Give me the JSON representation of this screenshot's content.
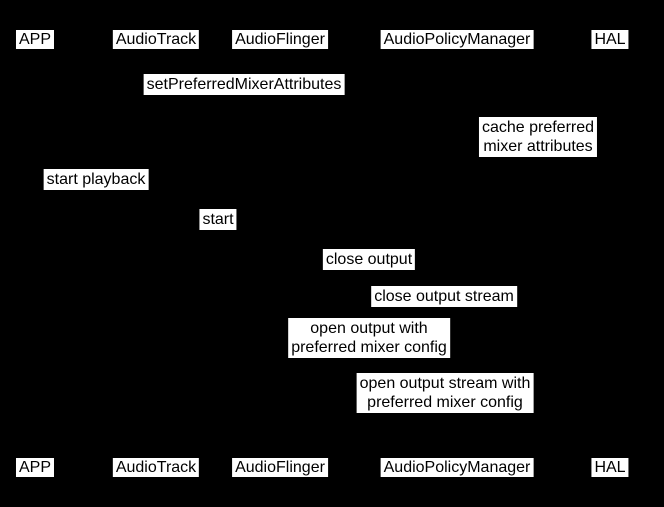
{
  "diagram": {
    "type": "sequence-diagram",
    "colors": {
      "background": "#000000",
      "label_background": "#ffffff",
      "label_text": "#000000"
    },
    "participants": [
      {
        "label": "APP"
      },
      {
        "label": "AudioTrack"
      },
      {
        "label": "AudioFlinger"
      },
      {
        "label": "AudioPolicyManager"
      },
      {
        "label": "HAL"
      }
    ],
    "messages": [
      {
        "label": "setPreferredMixerAttributes"
      },
      {
        "label": "cache preferred\nmixer attributes"
      },
      {
        "label": "start playback"
      },
      {
        "label": "start"
      },
      {
        "label": "close output"
      },
      {
        "label": "close output stream"
      },
      {
        "label": "open output with\npreferred mixer config"
      },
      {
        "label": "open output stream with\npreferred mixer config"
      }
    ]
  }
}
